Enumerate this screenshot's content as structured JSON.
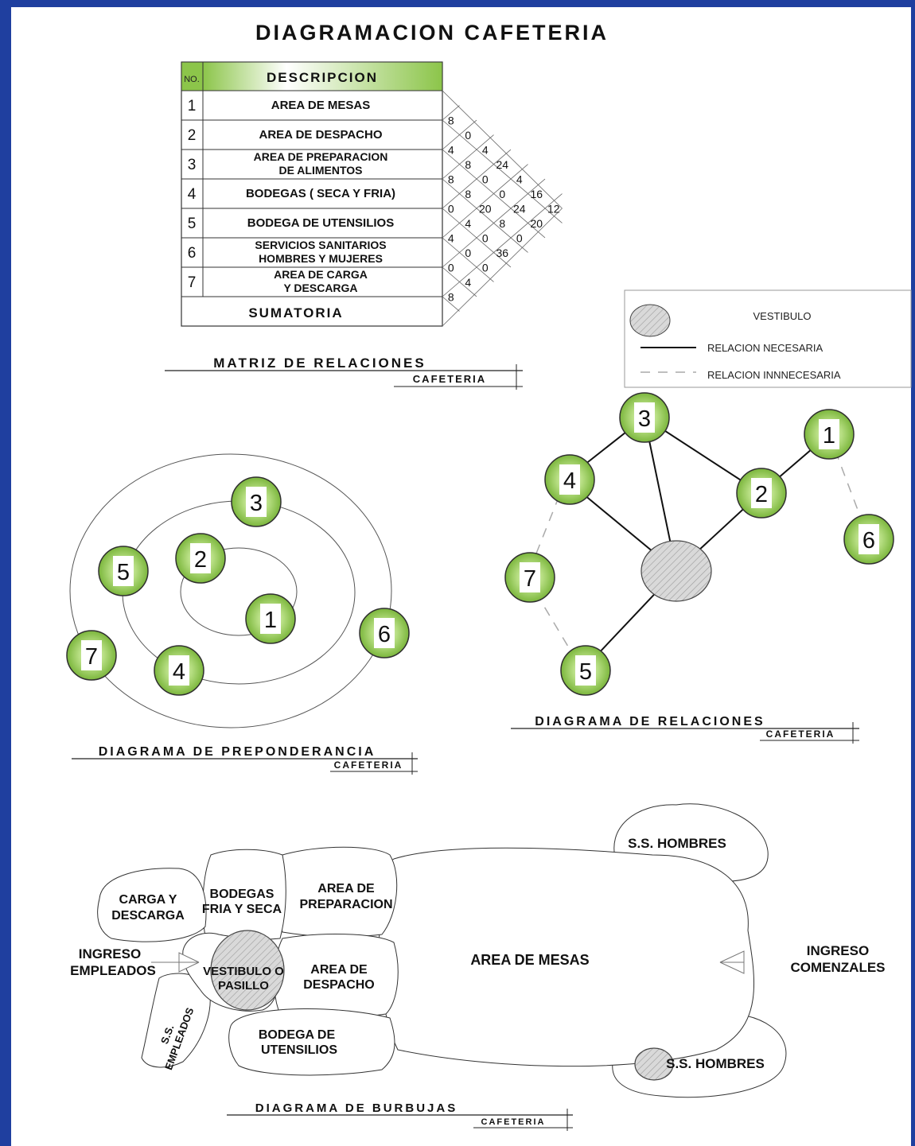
{
  "title": "DIAGRAMACION CAFETERIA",
  "matrix": {
    "header_no": "NO.",
    "header_desc": "DESCRIPCION",
    "rows": [
      {
        "no": "1",
        "lines": [
          "AREA DE MESAS"
        ]
      },
      {
        "no": "2",
        "lines": [
          "AREA DE DESPACHO"
        ]
      },
      {
        "no": "3",
        "lines": [
          "AREA DE PREPARACION",
          "DE ALIMENTOS"
        ]
      },
      {
        "no": "4",
        "lines": [
          "BODEGAS ( SECA Y FRIA)"
        ]
      },
      {
        "no": "5",
        "lines": [
          "BODEGA DE UTENSILIOS"
        ]
      },
      {
        "no": "6",
        "lines": [
          "SERVICIOS SANITARIOS",
          "HOMBRES Y MUJERES"
        ]
      },
      {
        "no": "7",
        "lines": [
          "AREA DE CARGA",
          "Y DESCARGA"
        ]
      }
    ],
    "sum_label": "SUMATORIA",
    "values": [
      "8",
      "4",
      "8",
      "0",
      "4",
      "0",
      "8",
      "0",
      "8",
      "8",
      "4",
      "0",
      "4",
      "4",
      "0",
      "20",
      "0",
      "0",
      "24",
      "0",
      "8",
      "36",
      "4",
      "24",
      "0",
      "16",
      "20",
      "12"
    ],
    "caption": "MATRIZ DE RELACIONES",
    "subcaption": "CAFETERIA"
  },
  "legend": {
    "vestibulo": "VESTIBULO",
    "necesaria": "RELACION NECESARIA",
    "innecesaria": "RELACION INNNECESARIA"
  },
  "preponderancia": {
    "nodes": [
      "3",
      "5",
      "2",
      "1",
      "6",
      "7",
      "4"
    ],
    "caption": "DIAGRAMA DE PREPONDERANCIA",
    "subcaption": "CAFETERIA"
  },
  "relaciones": {
    "nodes": [
      "3",
      "1",
      "4",
      "2",
      "6",
      "7",
      "5"
    ],
    "caption": "DIAGRAMA DE RELACIONES",
    "subcaption": "CAFETERIA"
  },
  "burbujas": {
    "hombres_top": "S.S. HOMBRES",
    "carga": [
      "CARGA Y",
      "DESCARGA"
    ],
    "bodegas": [
      "BODEGAS",
      "FRIA Y SECA"
    ],
    "preparacion": [
      "AREA DE",
      "PREPARACION"
    ],
    "mesas": "AREA DE MESAS",
    "ingreso_empleados": [
      "INGRESO",
      "EMPLEADOS"
    ],
    "vestibulo": [
      "VESTIBULO O",
      "PASILLO"
    ],
    "despacho": [
      "AREA DE",
      "DESPACHO"
    ],
    "ingreso_comenzales": [
      "INGRESO",
      "COMENZALES"
    ],
    "ss_empleados": [
      "S.S.",
      "EMPLEADOS"
    ],
    "utensilios": [
      "BODEGA DE",
      "UTENSILIOS"
    ],
    "hombres_bottom": "S.S. HOMBRES",
    "caption": "DIAGRAMA DE BURBUJAS",
    "subcaption": "CAFETERIA"
  },
  "colors": {
    "frame": "#1f3f9f",
    "green": "#7dbb3c",
    "green_light": "#a9d86e",
    "vestibulo_fill": "#d9d9d9"
  }
}
